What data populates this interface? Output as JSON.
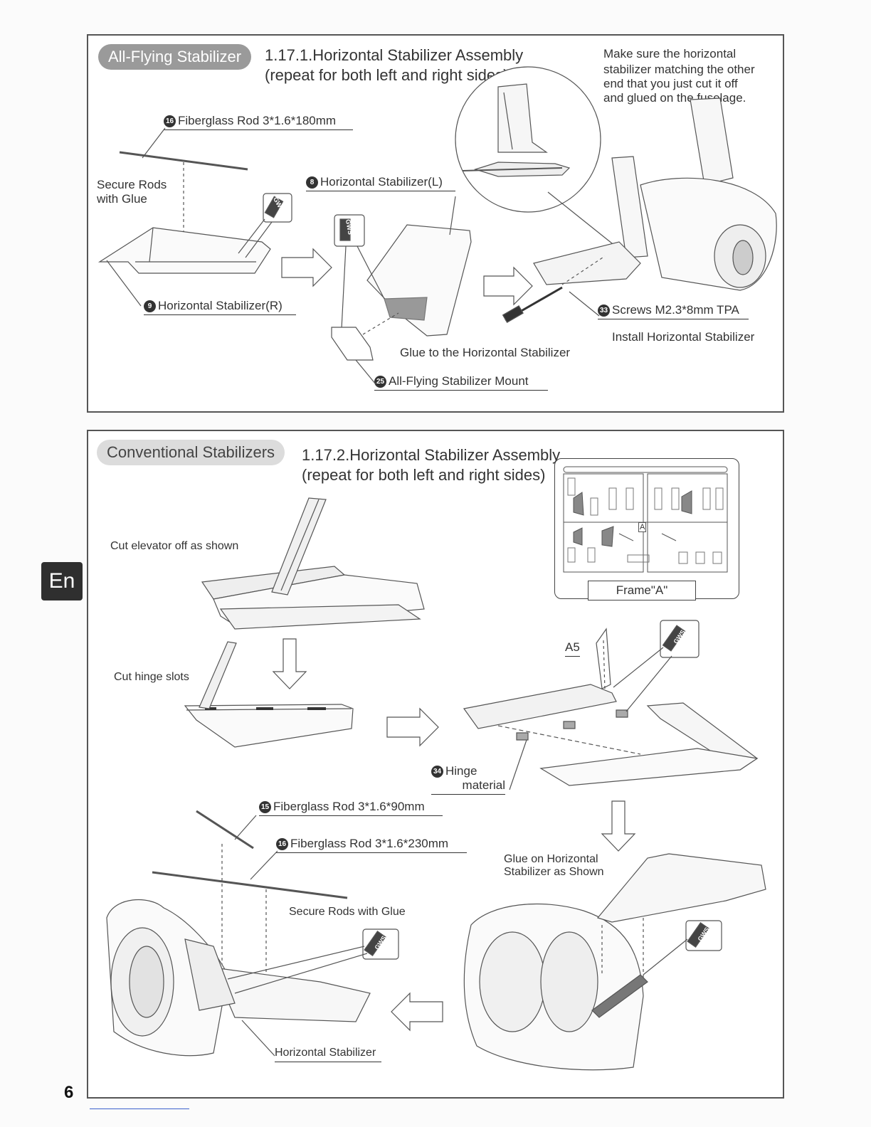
{
  "panel1": {
    "badge": "All-Flying Stabilizer",
    "title_line1": "1.17.1.Horizontal Stabilizer Assembly",
    "title_line2": "(repeat for both left and right sides)",
    "note": [
      "Make sure the horizontal",
      "stabilizer matching the other",
      "end that you just cut it off",
      "and glued on the fuselage."
    ],
    "labels": {
      "rod_num": "16",
      "rod": "Fiberglass Rod 3*1.6*180mm",
      "secure_line1": "Secure Rods",
      "secure_line2": "with Glue",
      "stab_l_num": "8",
      "stab_l": "Horizontal Stabilizer(L)",
      "stab_r_num": "9",
      "stab_r": "Horizontal Stabilizer(R)",
      "screws_num": "33",
      "screws": "Screws M2.3*8mm TPA",
      "install": "Install Horizontal Stabilizer",
      "glue_to": "Glue to the Horizontal Stabilizer",
      "mount_num": "25",
      "mount": "All-Flying Stabilizer Mount"
    }
  },
  "panel2": {
    "badge": "Conventional Stabilizers",
    "title_line1": "1.17.2.Horizontal Stabilizer Assembly",
    "title_line2": "(repeat for both left and right sides)",
    "frame_label": "Frame\"A\"",
    "frame_part": "A",
    "labels": {
      "cut_elevator": "Cut elevator off as shown",
      "cut_hinge": "Cut hinge slots",
      "a5": "A5",
      "hinge_num": "34",
      "hinge_line1": "Hinge",
      "hinge_line2": "material",
      "rod15_num": "15",
      "rod15": "Fiberglass Rod 3*1.6*90mm",
      "rod16_num": "16",
      "rod16": "Fiberglass Rod 3*1.6*230mm",
      "glue_on_line1": "Glue on Horizontal",
      "glue_on_line2": "Stabilizer as Shown",
      "secure_rods": "Secure Rods with Glue",
      "horizontal_stab": "Horizontal Stabilizer"
    }
  },
  "glue_brand": "GWS",
  "lang_tab": "En",
  "page_number": "6"
}
